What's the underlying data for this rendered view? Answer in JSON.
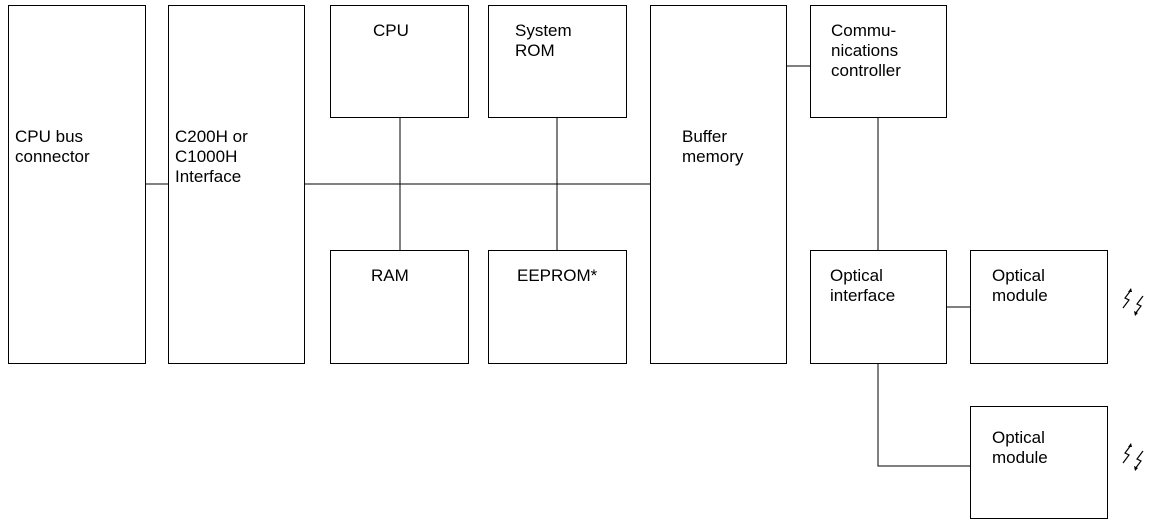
{
  "diagram": {
    "blocks": {
      "cpu_bus_connector": "CPU bus\nconnector",
      "interface": "C200H or\nC1000H\nInterface",
      "cpu": "CPU",
      "system_rom": "System\nROM",
      "ram": "RAM",
      "eeprom": "EEPROM*",
      "buffer_memory": "Buffer\nmemory",
      "communications_controller": "Commu-\nnications\ncontroller",
      "optical_interface": "Optical\ninterface",
      "optical_module_1": "Optical\nmodule",
      "optical_module_2": "Optical\nmodule"
    },
    "icons": {
      "light_symbol": "light-signal-icon"
    },
    "colors": {
      "line": "#000000",
      "background": "#ffffff"
    }
  }
}
